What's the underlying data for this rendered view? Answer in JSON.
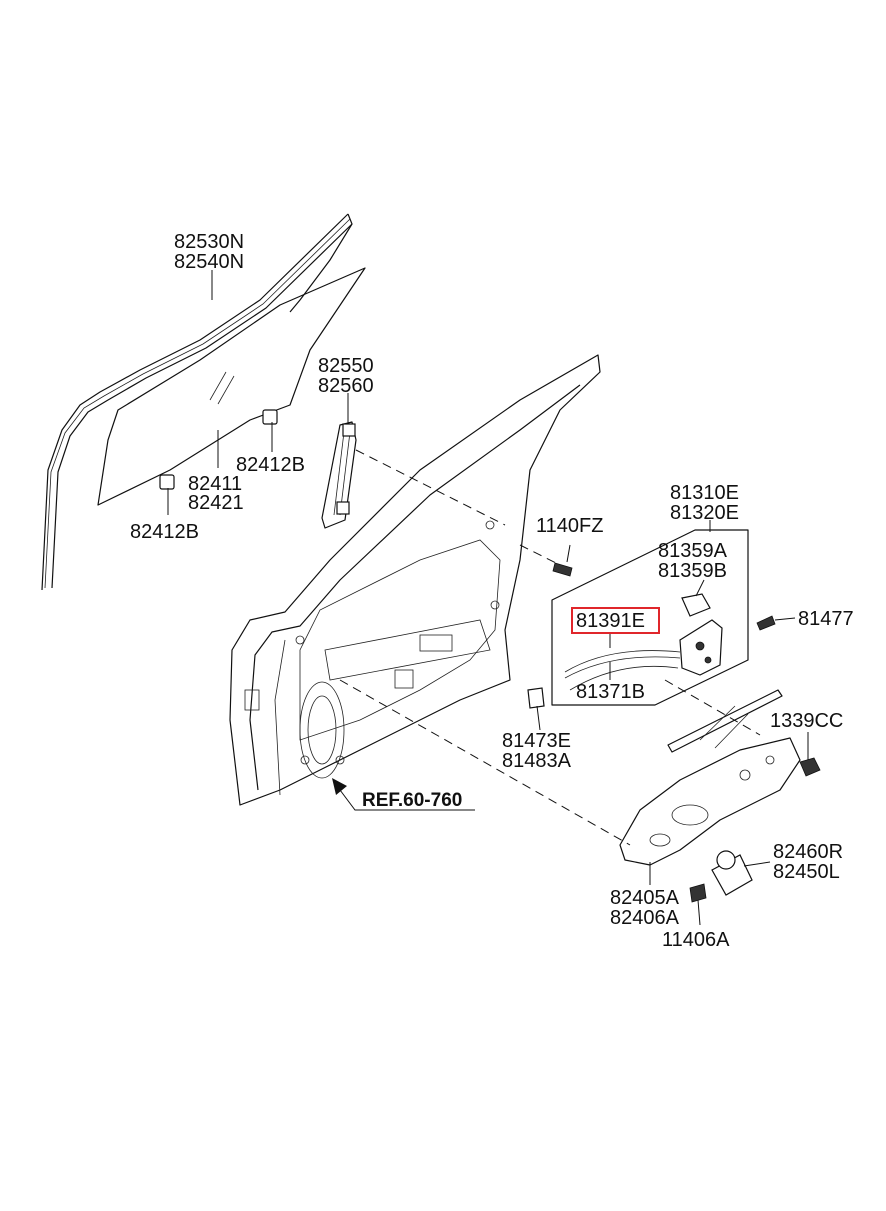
{
  "labels": {
    "glass_run": [
      "82530N",
      "82540N"
    ],
    "glass": [
      "82411",
      "82421"
    ],
    "glass_clip_upper": "82412B",
    "glass_clip_lower": "82412B",
    "channel": [
      "82550",
      "82560"
    ],
    "bolt_1140": "1140FZ",
    "latch_assy": [
      "81310E",
      "81320E"
    ],
    "latch_cover": [
      "81359A",
      "81359B"
    ],
    "cable_highlighted": "81391E",
    "cable": "81371B",
    "bolt_81477": "81477",
    "clip_81473": [
      "81473E",
      "81483A"
    ],
    "nut_1339": "1339CC",
    "regulator": [
      "82405A",
      "82406A"
    ],
    "motor": [
      "82460R",
      "82450L"
    ],
    "bolt_11406": "11406A",
    "reference": "REF.60-760"
  },
  "colors": {
    "highlight": "#e0262b",
    "line": "#111111"
  }
}
